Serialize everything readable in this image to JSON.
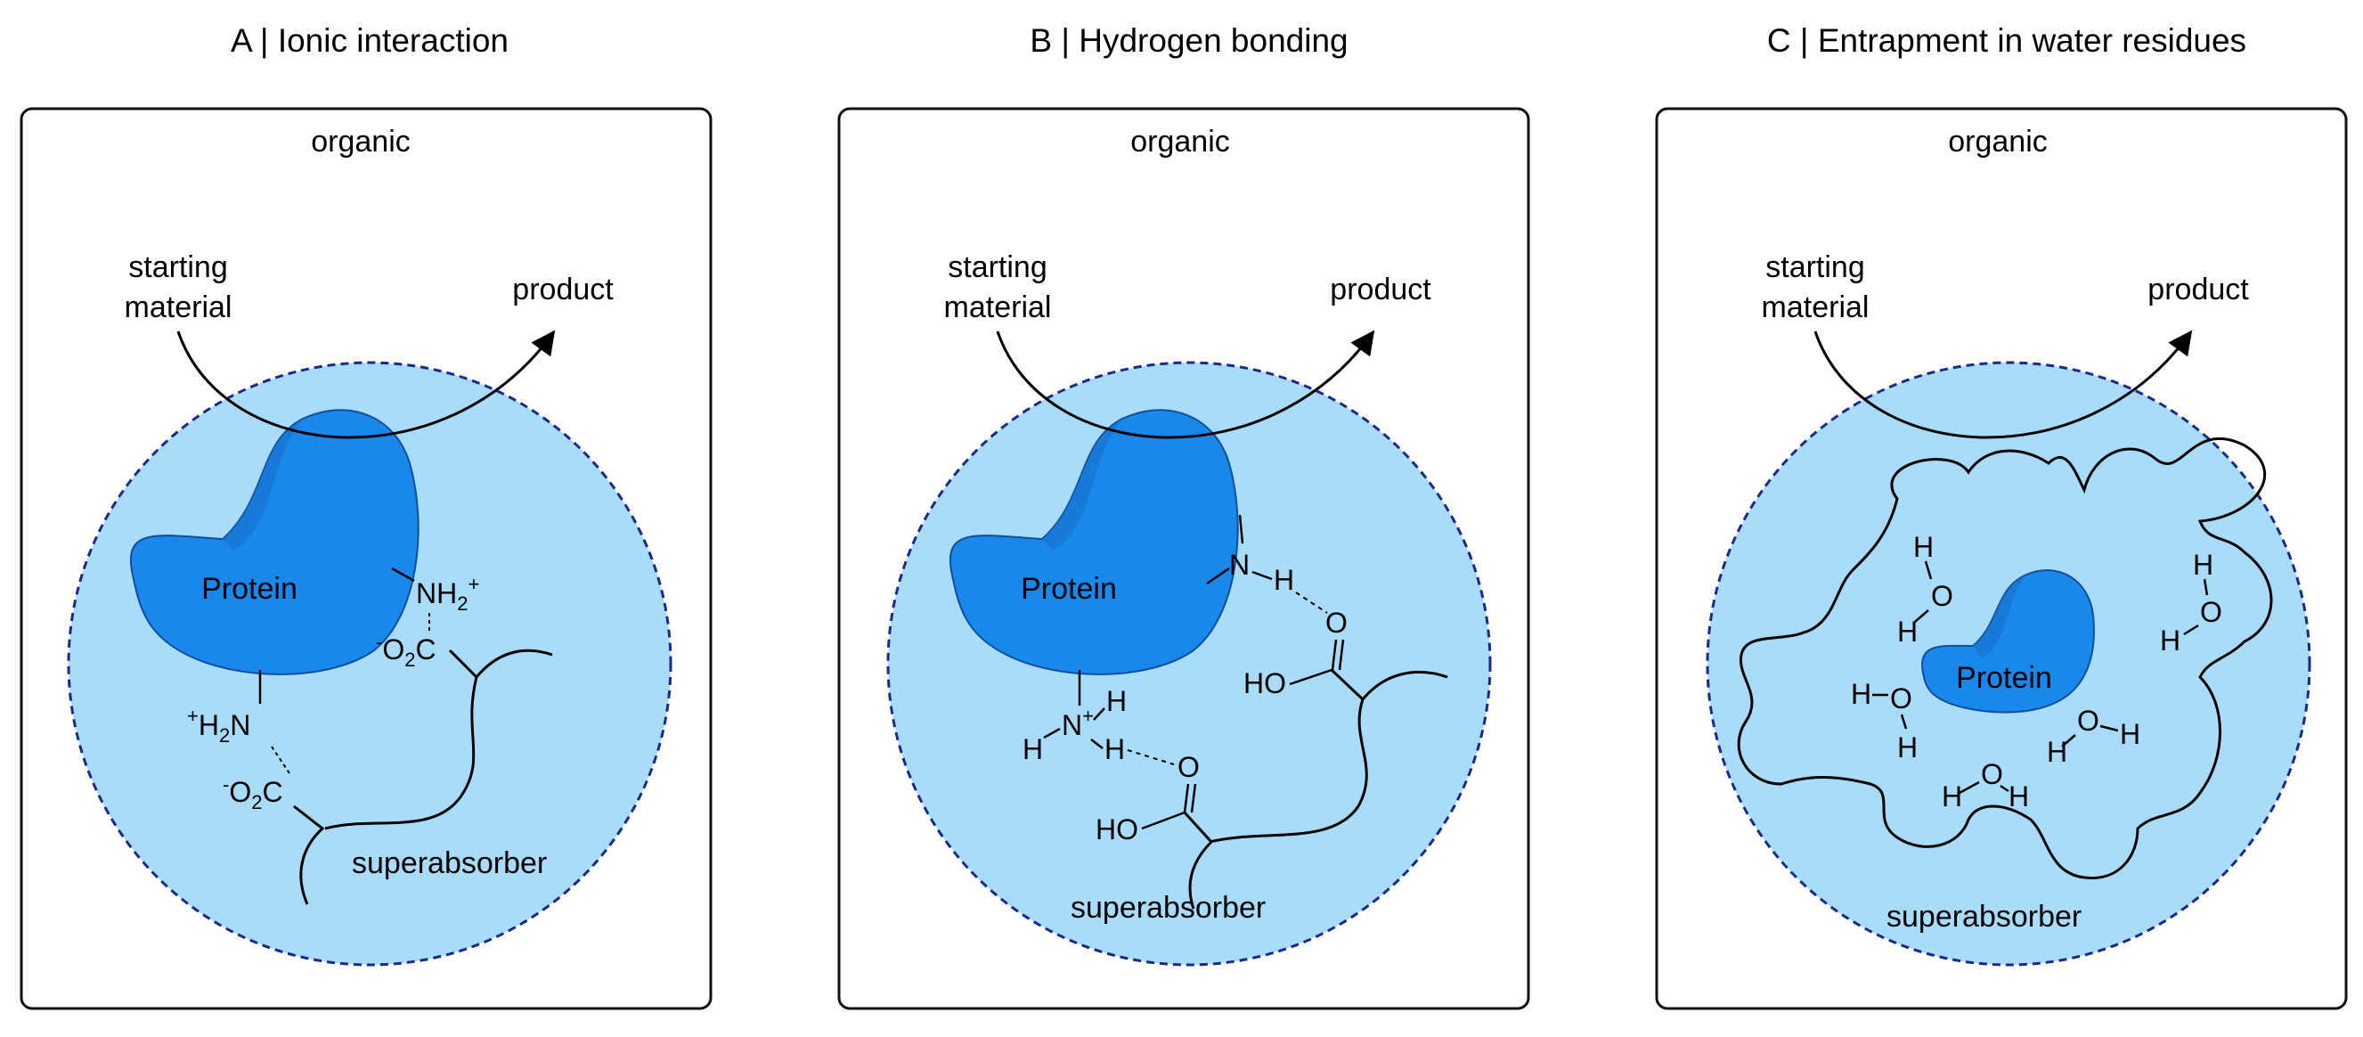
{
  "colors": {
    "circle_fill": "#a9dcfb",
    "circle_stroke": "#1a2a8a",
    "protein_fill": "#1a87ea",
    "protein_dark": "#1670c8",
    "protein_stroke": "#0e4f9e",
    "panel_stroke": "#111111"
  },
  "panels": [
    {
      "title": "A | Ionic interaction",
      "organic": "organic",
      "starting_1": "starting",
      "starting_2": "material",
      "product": "product",
      "protein": "Protein",
      "superabsorber": "superabsorber",
      "nh2": "NH",
      "nh2_sub": "2",
      "nh2_sup": "+",
      "h2n_sup": "+",
      "h2n": "H",
      "h2n_sub": "2",
      "h2n_n": "N",
      "co2_minus": "-",
      "co2_o": "O",
      "co2_sub": "2",
      "co2_c": "C"
    },
    {
      "title": "B | Hydrogen bonding",
      "organic": "organic",
      "starting_1": "starting",
      "starting_2": "material",
      "product": "product",
      "protein": "Protein",
      "superabsorber": "superabsorber",
      "n": "N",
      "h": "H",
      "o": "O",
      "ho": "HO",
      "nplus": "+"
    },
    {
      "title": "C | Entrapment in water residues",
      "organic": "organic",
      "starting_1": "starting",
      "starting_2": "material",
      "product": "product",
      "protein": "Protein",
      "superabsorber": "superabsorber",
      "h": "H",
      "o": "O"
    }
  ]
}
